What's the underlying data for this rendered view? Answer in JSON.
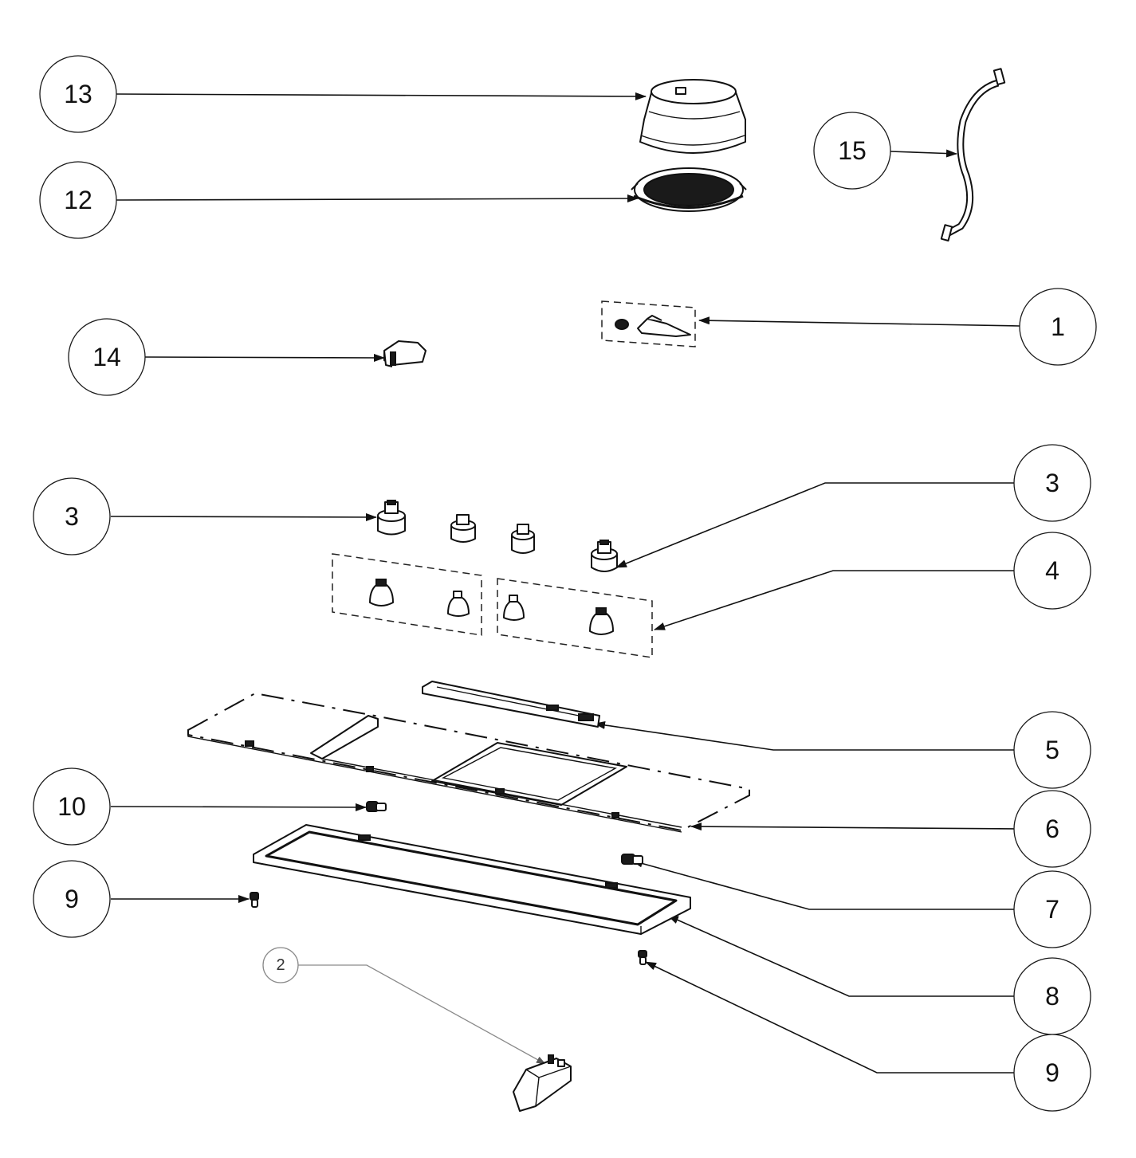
{
  "callouts": [
    {
      "id": "c13",
      "label": "13"
    },
    {
      "id": "c12",
      "label": "12"
    },
    {
      "id": "c15",
      "label": "15"
    },
    {
      "id": "c1",
      "label": "1"
    },
    {
      "id": "c14",
      "label": "14"
    },
    {
      "id": "c3a",
      "label": "3"
    },
    {
      "id": "c3b",
      "label": "3"
    },
    {
      "id": "c4",
      "label": "4"
    },
    {
      "id": "c5",
      "label": "5"
    },
    {
      "id": "c10",
      "label": "10"
    },
    {
      "id": "c6",
      "label": "6"
    },
    {
      "id": "c9a",
      "label": "9"
    },
    {
      "id": "c7",
      "label": "7"
    },
    {
      "id": "c2",
      "label": "2"
    },
    {
      "id": "c8",
      "label": "8"
    },
    {
      "id": "c9b",
      "label": "9"
    }
  ],
  "parts": [
    {
      "id": "c13",
      "icon": "duct-collar-icon"
    },
    {
      "id": "c12",
      "icon": "charcoal-filter-icon"
    },
    {
      "id": "c15",
      "icon": "wire-harness-icon"
    },
    {
      "id": "c1",
      "icon": "switch-knob-icon"
    },
    {
      "id": "c14",
      "icon": "light-socket-icon"
    },
    {
      "id": "c3a",
      "icon": "light-cap-icon"
    },
    {
      "id": "c4",
      "icon": "halogen-bulb-icon"
    },
    {
      "id": "c5",
      "icon": "bracket-rail-icon"
    },
    {
      "id": "c6",
      "icon": "bottom-panel-icon"
    },
    {
      "id": "c10",
      "icon": "screw-icon"
    },
    {
      "id": "c8",
      "icon": "filter-frame-icon"
    },
    {
      "id": "c7",
      "icon": "screw-icon"
    },
    {
      "id": "c9a",
      "icon": "small-screw-icon"
    },
    {
      "id": "c2",
      "icon": "transformer-icon"
    }
  ],
  "colors": {
    "line": "#111111",
    "background": "#ffffff",
    "secondary_line": "#8a8a8a"
  }
}
